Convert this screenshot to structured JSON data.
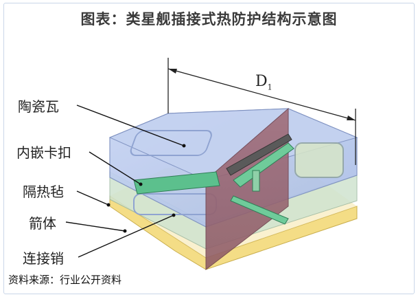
{
  "title": "图表：类星舰插接式热防护结构示意图",
  "labels": {
    "tile": "陶瓷瓦",
    "clip": "内嵌卡扣",
    "felt": "隔热毡",
    "shell": "箭体",
    "pin": "连接销",
    "dimension_main": "D",
    "dimension_sub": "1"
  },
  "source": "资料来源：行业公开资料",
  "colors": {
    "tile": "#b9c9ec",
    "felt": "#d6e7d9",
    "shell": "#f2dc8a",
    "clip": "#5bc08c",
    "cut": "#9c6a78"
  }
}
